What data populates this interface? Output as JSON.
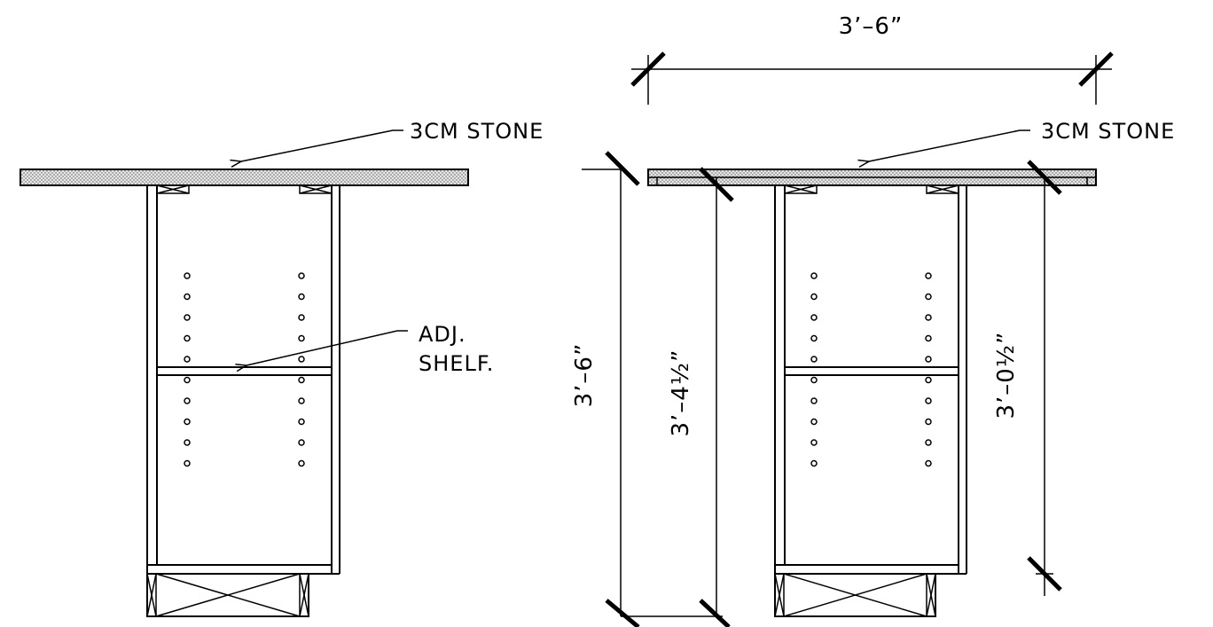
{
  "left_section": {
    "stone_label": "3CM STONE",
    "shelf_label_line1": "ADJ.",
    "shelf_label_line2": "SHELF."
  },
  "right_section": {
    "stone_label": "3CM STONE",
    "dim_width": "3’–6”",
    "dim_total_height": "3’–6”",
    "dim_base_height": "3’–4½”",
    "dim_cabinet_height": "3’–0½”"
  }
}
